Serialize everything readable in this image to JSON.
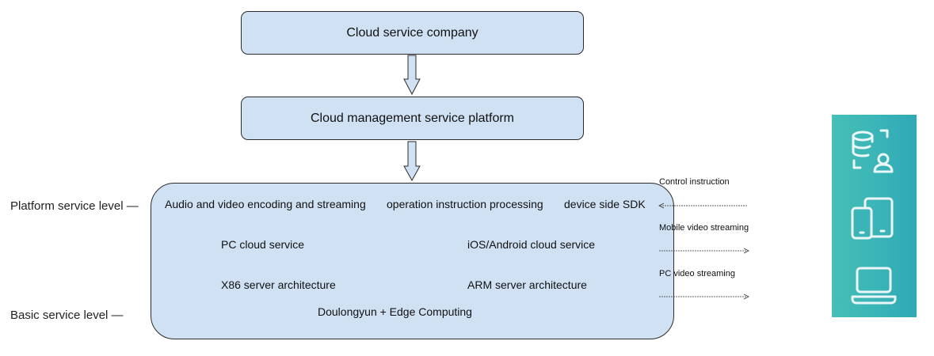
{
  "boxes": {
    "company": "Cloud service company",
    "platform": "Cloud management service platform"
  },
  "levels": {
    "platform": "Platform service level —",
    "basic": "Basic service level —"
  },
  "big_box": {
    "row1": [
      "Audio and video encoding and streaming",
      "operation instruction processing",
      "device side SDK"
    ],
    "pc_cloud": "PC cloud service",
    "ios_cloud": "iOS/Android cloud service",
    "x86": "X86 server architecture",
    "arm": "ARM server architecture",
    "bottom": "Doulongyun + Edge Computing"
  },
  "flows": {
    "control": "Control instruction",
    "mobile": "Mobile video streaming",
    "pc": "PC video streaming"
  },
  "icons": [
    "database-user-icon",
    "mobile-devices-icon",
    "laptop-icon"
  ],
  "colors": {
    "box_fill": "#cfe1f3",
    "border": "#2b2b2b",
    "panel_teal": "#3ab4b7"
  }
}
